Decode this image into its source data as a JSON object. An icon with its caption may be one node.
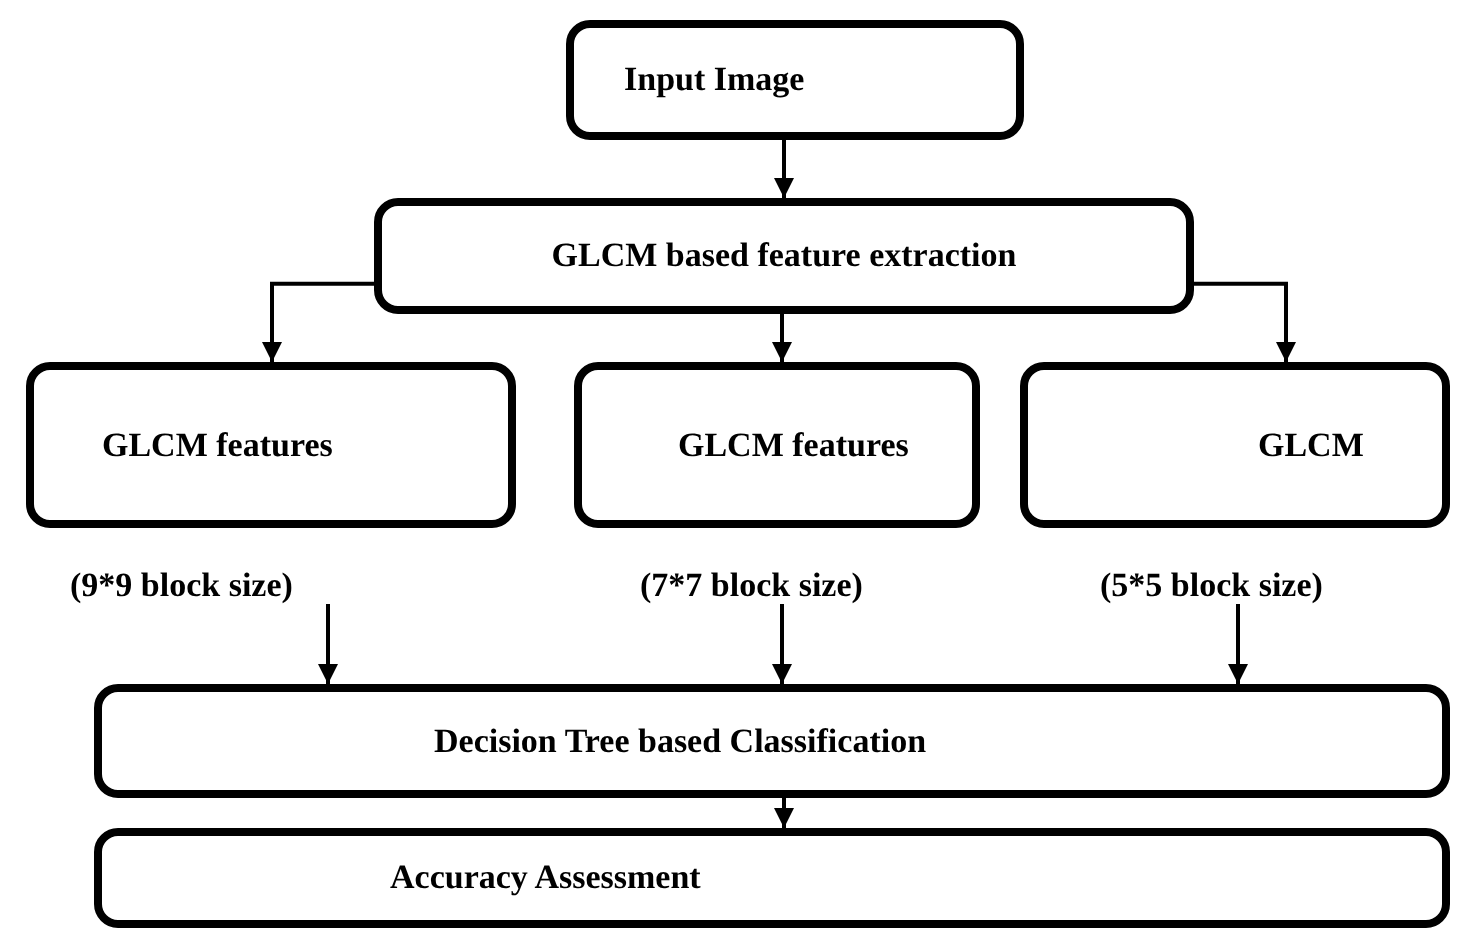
{
  "diagram": {
    "nodes": [
      {
        "text": [
          "Input Image"
        ]
      },
      {
        "text": [
          "GLCM based feature extraction"
        ]
      },
      {
        "text": [
          "GLCM features"
        ],
        "beside": [
          "(9*9 block size)"
        ]
      },
      {
        "text": [
          "GLCM features"
        ],
        "beside": [
          "(7*7 block size)"
        ]
      },
      {
        "text": [
          "GLCM"
        ],
        "beside": [
          "(5*5 block size)"
        ]
      },
      {
        "text": [
          "Decision Tree based Classification"
        ]
      },
      {
        "text": [
          "Accuracy Assessment"
        ]
      }
    ],
    "edges": [
      {
        "from": 0,
        "to": 1,
        "arrow": "to"
      },
      {
        "from": 1,
        "to": 2,
        "arrow": "to"
      },
      {
        "from": 1,
        "to": 3,
        "arrow": "to"
      },
      {
        "from": 1,
        "to": 4,
        "arrow": "to"
      },
      {
        "from": 2,
        "to": 5,
        "arrow": "to"
      },
      {
        "from": 3,
        "to": 5,
        "arrow": "to"
      },
      {
        "from": 4,
        "to": 5,
        "arrow": "to"
      },
      {
        "from": 5,
        "to": 6,
        "arrow": "to"
      }
    ]
  }
}
